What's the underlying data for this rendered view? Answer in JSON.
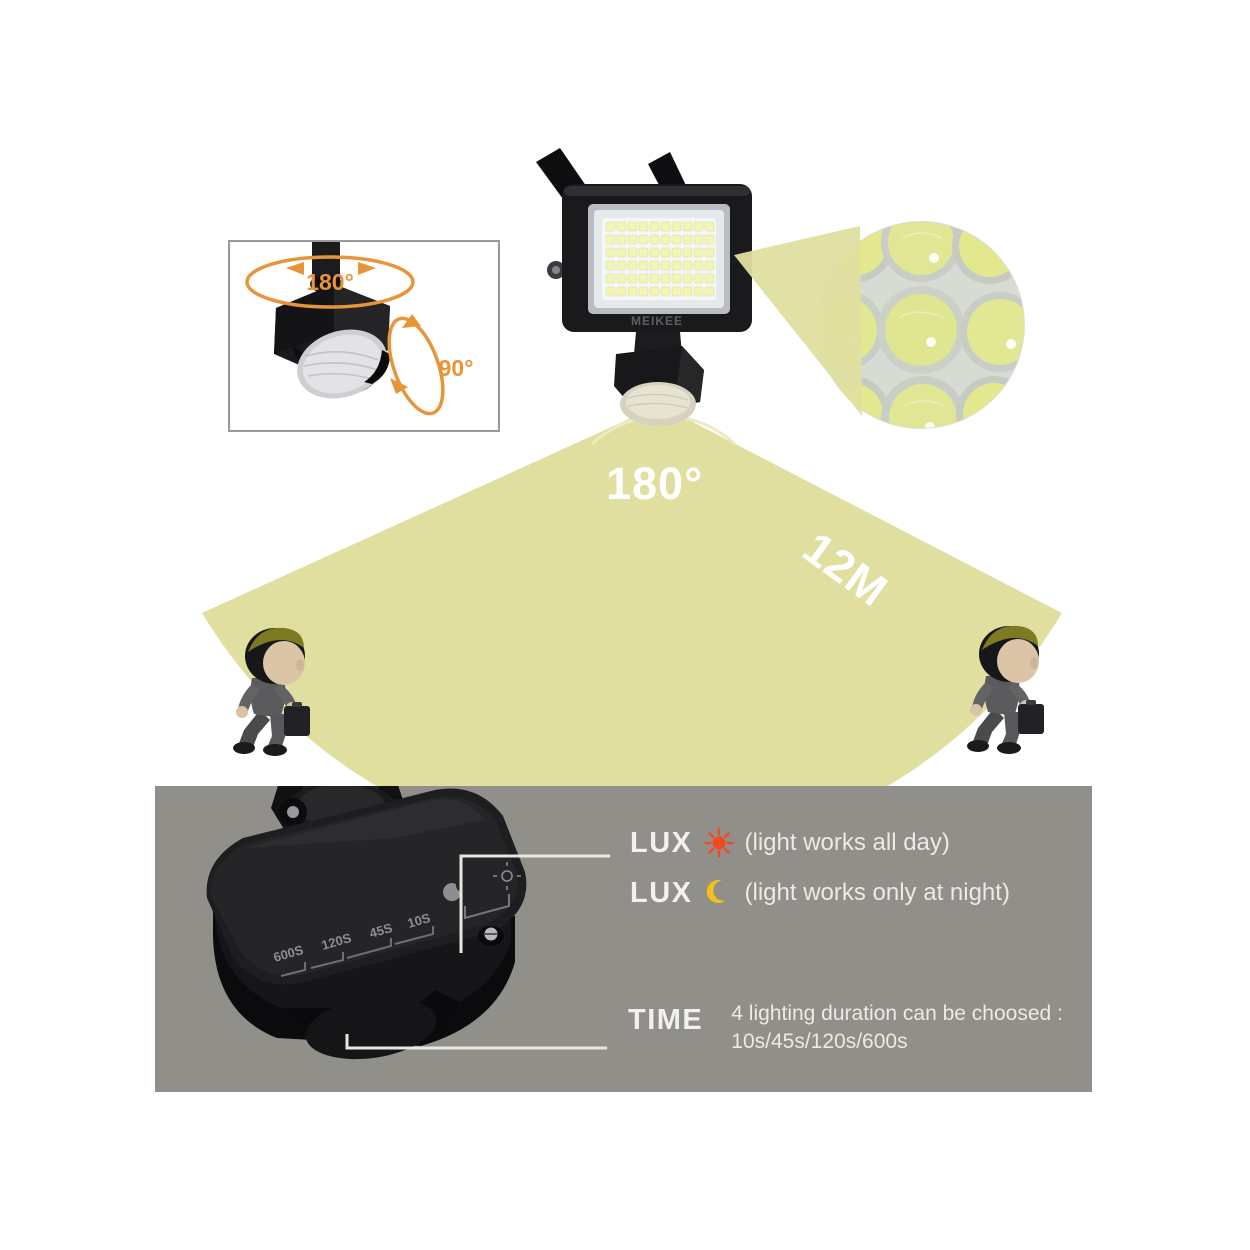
{
  "product": {
    "brand": "MEIKEE",
    "type": "LED flood light with PIR motion sensor"
  },
  "rotation_inset": {
    "horizontal_label": "180°",
    "vertical_label": "90°",
    "arrow_color": "#E8953A"
  },
  "coverage": {
    "angle_label": "180°",
    "distance_label": "12M",
    "beam_color": "#E0DFA0",
    "label_color": "#FFFFFF"
  },
  "led_macro": {
    "caption": "",
    "led_color": "#E3E89B"
  },
  "settings_panel": {
    "background_color": "#918F89",
    "device_scale_labels": [
      "600S",
      "120S",
      "45S",
      "10S"
    ],
    "callout_color": "#E8E6E1",
    "rows": [
      {
        "key": "LUX",
        "icon": "sun-icon",
        "icon_color": "#F04A20",
        "description": "(light works all day)"
      },
      {
        "key": "LUX",
        "icon": "moon-icon",
        "icon_color": "#F2C21A",
        "description": "(light works only at night)"
      }
    ],
    "time": {
      "key": "TIME",
      "description_line1": "4 lighting duration can be choosed :",
      "description_line2": "10s/45s/120s/600s"
    }
  }
}
